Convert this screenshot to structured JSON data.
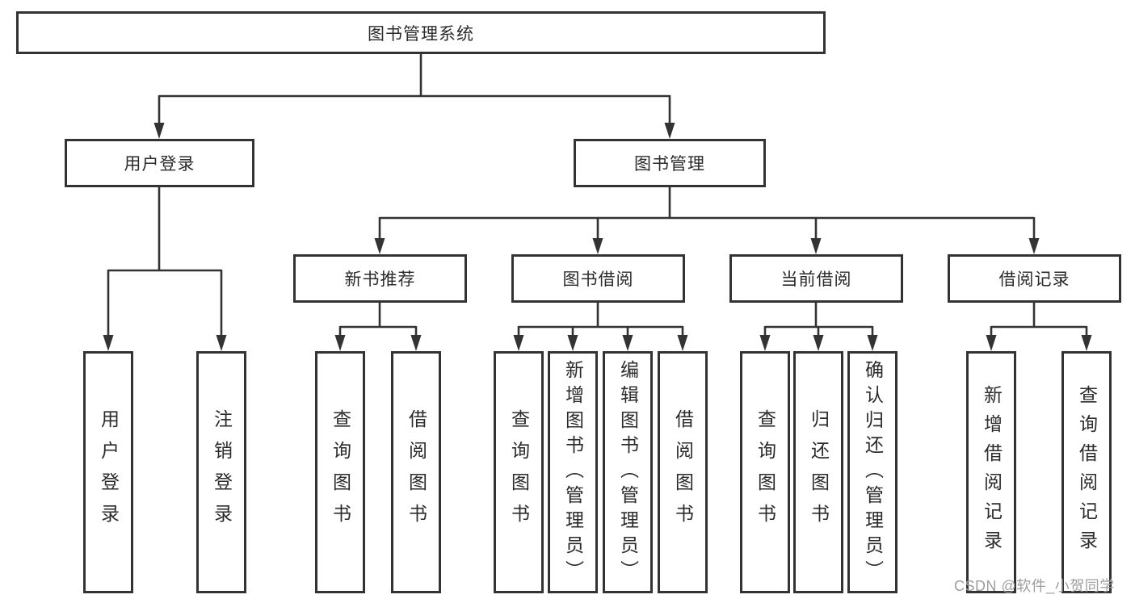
{
  "diagram": {
    "root": "图书管理系统",
    "level2": {
      "user_login": "用户登录",
      "book_management": "图书管理"
    },
    "level3": {
      "new_book_recommend": "新书推荐",
      "book_borrowing": "图书借阅",
      "current_borrowing": "当前借阅",
      "borrowing_records": "借阅记录"
    },
    "leaves": {
      "user_login": "用户登录",
      "logout": "注销登录",
      "rec_query_book": "查询图书",
      "rec_borrow_book": "借阅图书",
      "bb_query_book": "查询图书",
      "bb_add_book": "新增图书（管理员）",
      "bb_edit_book": "编辑图书（管理员）",
      "bb_borrow_book": "借阅图书",
      "cb_query_book": "查询图书",
      "cb_return_book": "归还图书",
      "cb_confirm_return": "确认归还（管理员）",
      "br_add_record": "新增借阅记录",
      "br_query_record": "查询借阅记录"
    }
  },
  "watermark": "CSDN @软件_小贺同学",
  "colors": {
    "line": "#333333",
    "text": "#2b2b2b",
    "watermark": "#9e9e9e",
    "background": "#ffffff"
  }
}
